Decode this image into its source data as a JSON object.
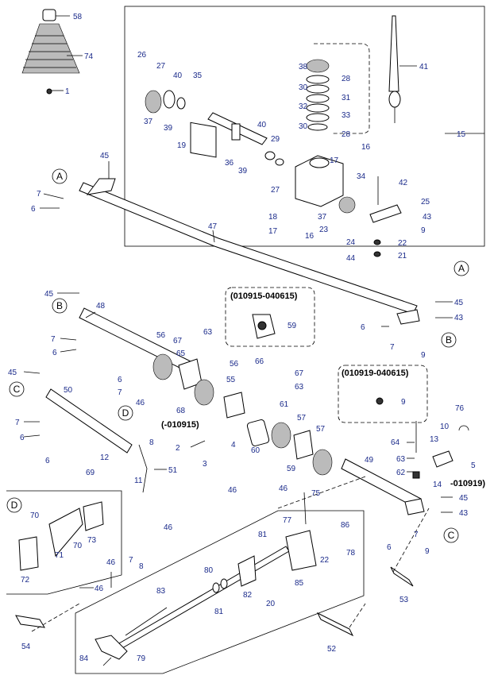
{
  "colors": {
    "callout": "#1a2a8a",
    "line": "#000000",
    "background": "#ffffff"
  },
  "group_labels": {
    "a1": "A",
    "a2": "A",
    "b1": "B",
    "b2": "B",
    "c1": "C",
    "c2": "C",
    "d1": "D",
    "d2": "D"
  },
  "range_boxes": {
    "box1": "(010915-040615)",
    "box2": "(010919-040615)"
  },
  "notes": {
    "n1": "(-010915)",
    "n2": "-010919)"
  },
  "callouts": {
    "c58": "58",
    "c74": "74",
    "c1": "1",
    "c15": "15",
    "c41": "41",
    "c26": "26",
    "c27a": "27",
    "c40a": "40",
    "c35": "35",
    "c37a": "37",
    "c39a": "39",
    "c19": "19",
    "c38": "38",
    "c28a": "28",
    "c30a": "30",
    "c31": "31",
    "c32": "32",
    "c33": "33",
    "c30b": "30",
    "c28b": "28",
    "c40b": "40",
    "c36": "36",
    "c39b": "39",
    "c27b": "27",
    "c29": "29",
    "c16a": "16",
    "c17a": "17",
    "c34": "34",
    "c42": "42",
    "c25": "25",
    "c43a": "43",
    "c9a": "9",
    "c18": "18",
    "c17b": "17",
    "c16b": "16",
    "c37b": "37",
    "c23": "23",
    "c24": "24",
    "c22a": "22",
    "c21": "21",
    "c44": "44",
    "c45a": "45",
    "c7a": "7",
    "c6a": "6",
    "c47": "47",
    "c45b": "45",
    "c48": "48",
    "c7b": "7",
    "c6b": "6",
    "c56a": "56",
    "c67a": "67",
    "c63a": "63",
    "c65": "65",
    "c59a": "59",
    "c45c": "45",
    "c43b": "43",
    "c6c": "6",
    "c7c": "7",
    "c9b": "9",
    "c45d": "45",
    "c50": "50",
    "c6d": "6",
    "c7d": "7",
    "c68": "68",
    "c56b": "56",
    "c66": "66",
    "c67b": "67",
    "c63b": "63",
    "c55": "55",
    "c61": "61",
    "c46a": "46",
    "c8a": "8",
    "c7e": "7",
    "c6e": "6",
    "c9c": "9",
    "c76": "76",
    "c60": "60",
    "c57a": "57",
    "c57b": "57",
    "c2": "2",
    "c3": "3",
    "c4": "4",
    "c59b": "59",
    "c10": "10",
    "c13": "13",
    "c5": "5",
    "c64": "64",
    "c63c": "63",
    "c62": "62",
    "c14": "14",
    "c6f": "6",
    "c12": "12",
    "c69": "69",
    "c11": "11",
    "c51": "51",
    "c49": "49",
    "c45e": "45",
    "c43c": "43",
    "c6g": "6",
    "c7f": "7",
    "c9d": "9",
    "c46b": "46",
    "c75": "75",
    "c46c": "46",
    "c77": "77",
    "c86": "86",
    "c70a": "70",
    "c70b": "70",
    "c73": "73",
    "c71": "71",
    "c72": "72",
    "c46d": "46",
    "c81a": "81",
    "c22b": "22",
    "c78": "78",
    "c7g": "7",
    "c8b": "8",
    "c46e": "46",
    "c46f": "46",
    "c80": "80",
    "c85": "85",
    "c82": "82",
    "c20": "20",
    "c81b": "81",
    "c83": "83",
    "c53": "53",
    "c54": "54",
    "c52": "52",
    "c84": "84",
    "c79": "79"
  }
}
